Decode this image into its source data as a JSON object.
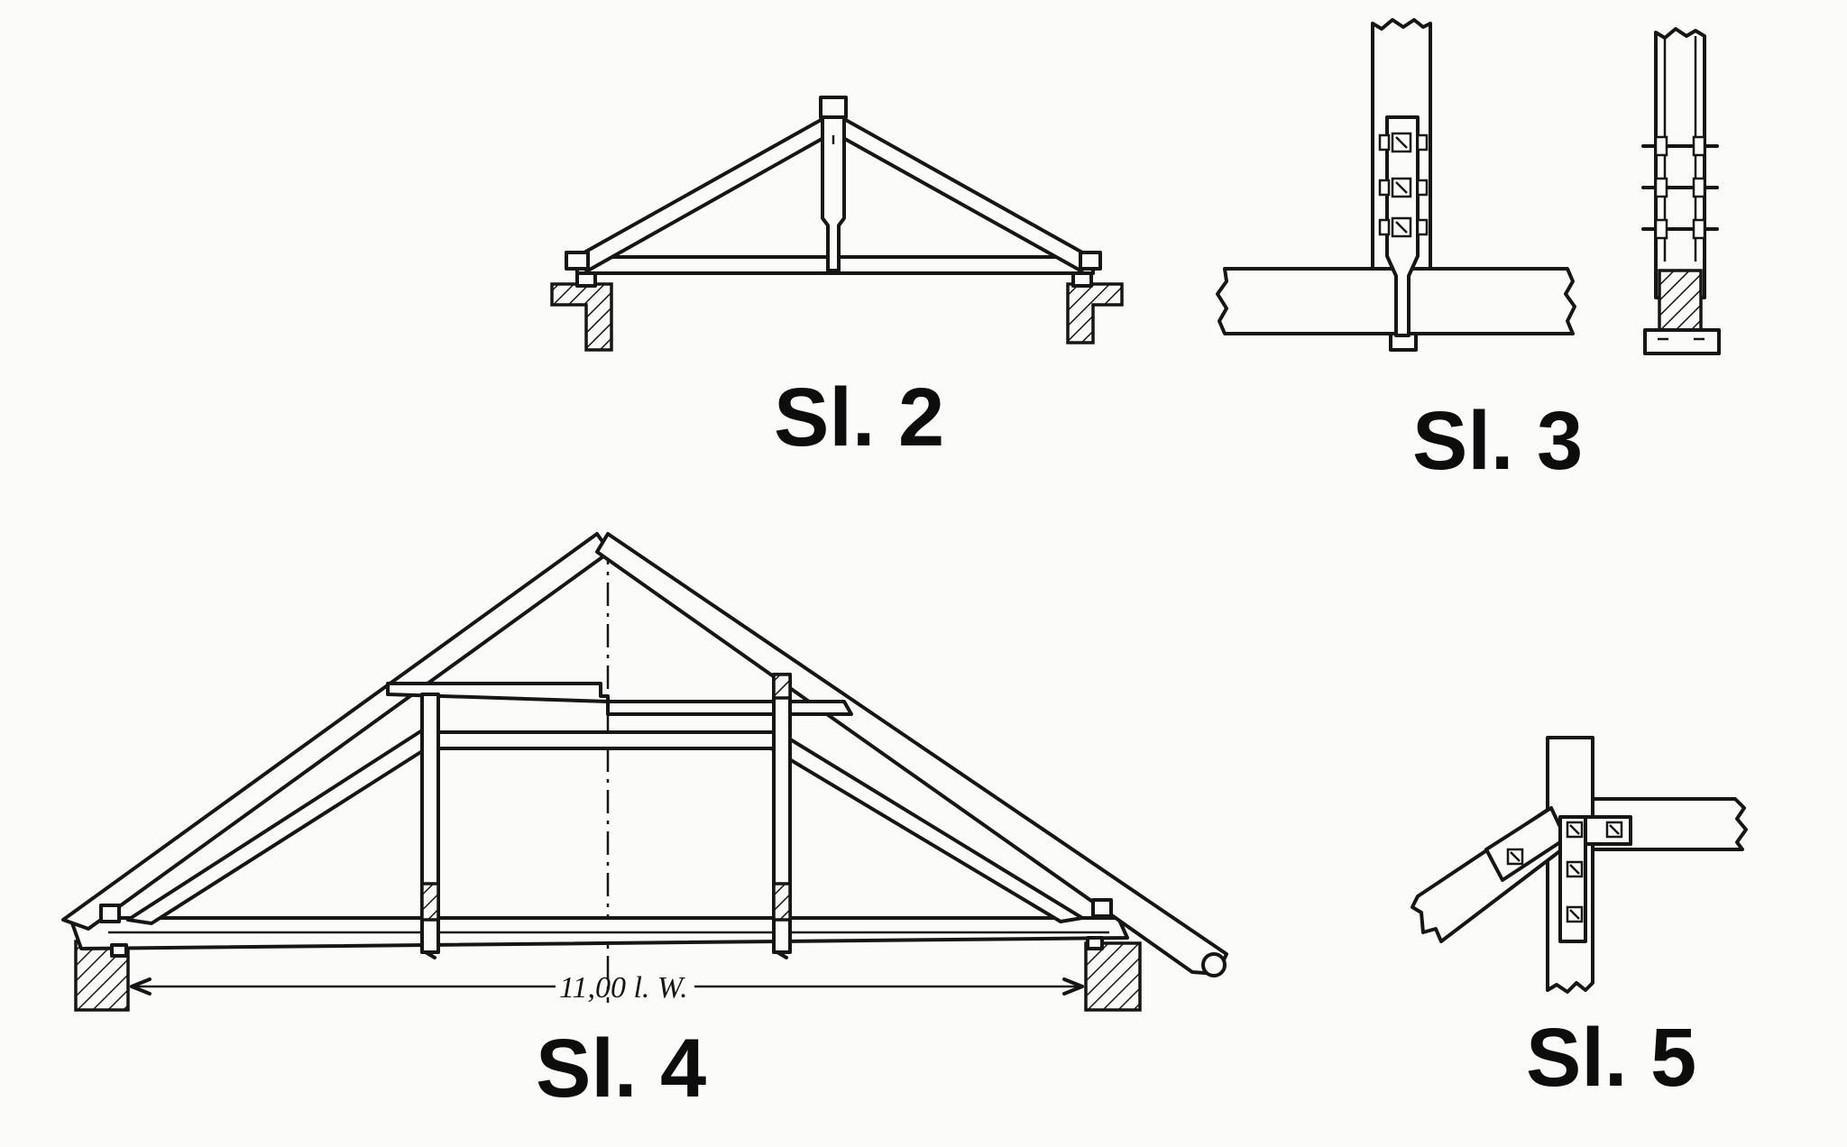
{
  "figures": [
    {
      "id": "sl2",
      "label": "Sl. 2"
    },
    {
      "id": "sl3",
      "label": "Sl. 3"
    },
    {
      "id": "sl4",
      "label": "Sl. 4",
      "dimension_label": "11,00 l. W."
    },
    {
      "id": "sl5",
      "label": "Sl. 5"
    }
  ],
  "colors": {
    "ink": "#161616",
    "paper": "#fbfbf9"
  }
}
